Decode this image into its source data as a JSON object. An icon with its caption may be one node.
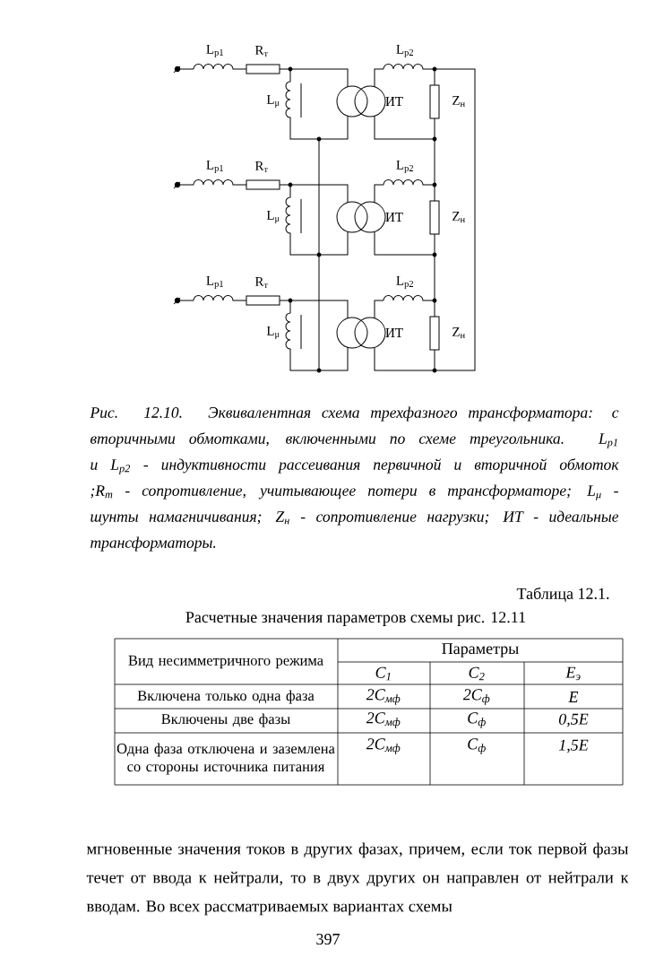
{
  "diagram": {
    "caption": "Рис. 12.10. Эквивалентная схема трехфазного трансформатора: с вторичными обмотками, включенными по схеме треугольника. L$_{p1}$ и L$_{p2}$ - индуктивности рассеивания первичной и вторичной обмоток ;R$_{т}$ - сопротивление, учитывающее потери в трансформаторе; L$_{μ}$ - шунты намагничивания; Z$_{н}$ - сопротивление нагрузки; ИТ - идеальные трансформаторы.",
    "labels": [
      "L$_{p1}$",
      "R$_{т}$",
      "L$_{p2}$",
      "L$_{μ}$",
      "ИТ",
      "Z$_{н}$",
      "L$_{p1}$",
      "R$_{т}$",
      "L$_{p2}$",
      "L$_{μ}$",
      "ИТ",
      "Z$_{н}$",
      "L$_{p1}$",
      "R$_{т}$",
      "L$_{p2}$",
      "L$_{μ}$",
      "ИТ",
      "Z$_{н}$",
      "Таблица 12.1.",
      "Расчетные значения параметров схемы рис. 12.11",
      "Вид несимметричного режима",
      "Параметры",
      "C$_{1}$",
      "C$_{2}$",
      "E$_{э}$",
      "Включена только одна фаза",
      "2C$_{мф}$",
      "2C$_{ф}$",
      "E",
      "Включены две фазы",
      "2C$_{мф}$",
      "C$_{ф}$",
      "0,5E",
      "Одна фаза отключена и заземлена со стороны источника питания",
      "2C$_{мф}$",
      "C$_{ф}$",
      "1,5E",
      "мгновенные значения токов в других фазах, причем, если ток первой фазы течет от ввода к нейтрали, то в двух других он направлен от нейтрали к вводам.  Во всех рассматриваемых вариантах схемы",
      "397"
    ]
  }
}
